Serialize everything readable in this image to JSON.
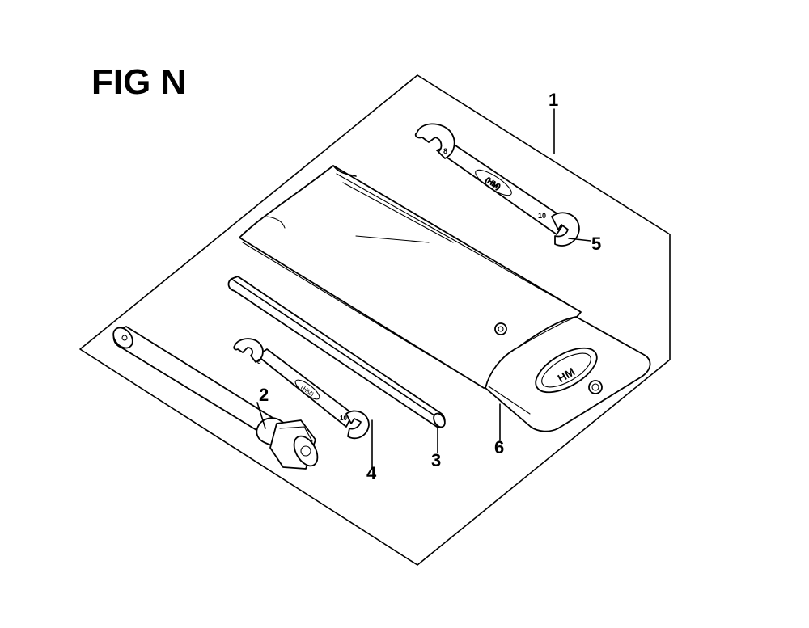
{
  "figure": {
    "title": "FIG N"
  },
  "parts": [
    {
      "number": "1",
      "name": "tool-kit-assembly"
    },
    {
      "number": "2",
      "name": "box-spanner-wrench"
    },
    {
      "number": "3",
      "name": "spanner-handle-bar"
    },
    {
      "number": "4",
      "name": "small-open-end-wrench"
    },
    {
      "number": "5",
      "name": "large-open-end-wrench"
    },
    {
      "number": "6",
      "name": "tool-bag"
    }
  ]
}
